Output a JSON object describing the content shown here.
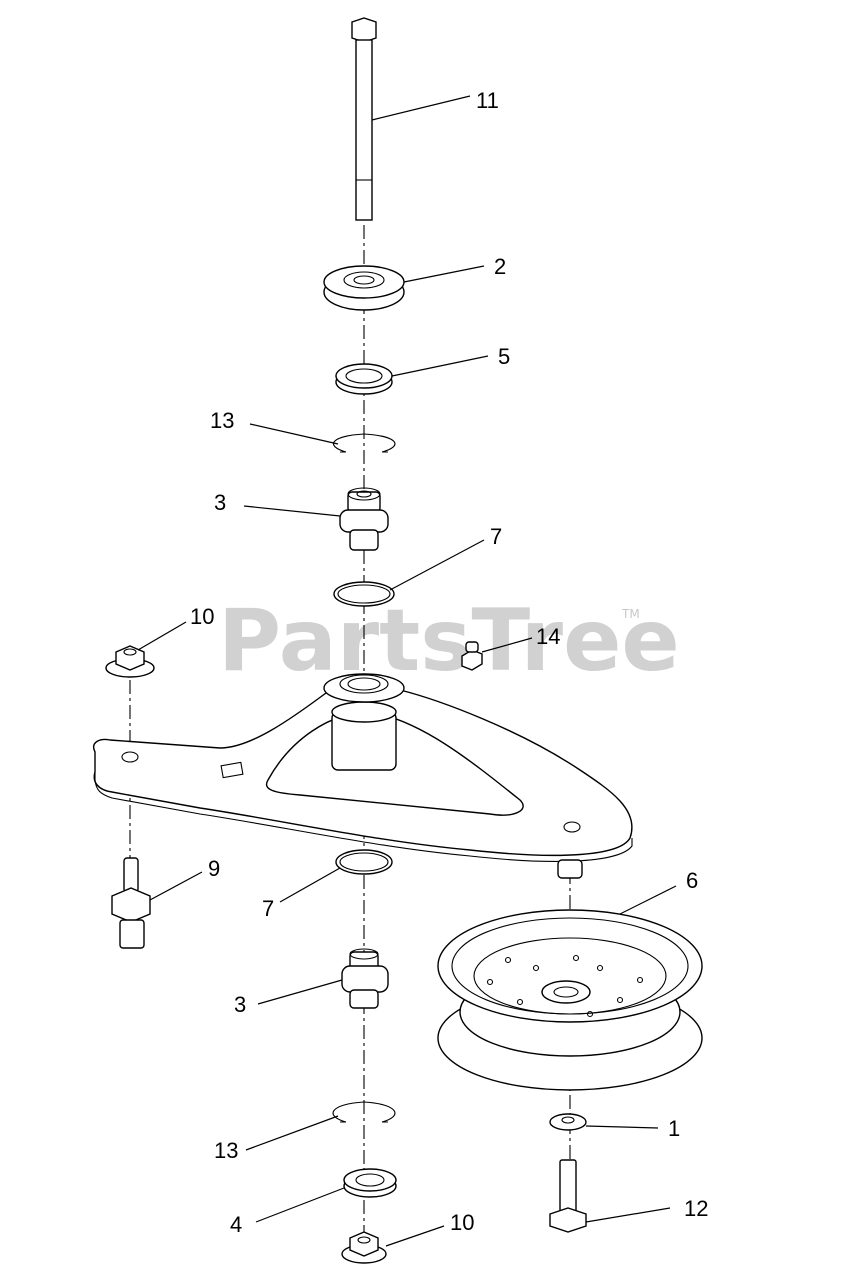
{
  "watermark": {
    "brand": "PartsTree",
    "trademark": "TM"
  },
  "callouts": [
    {
      "id": "c11",
      "label": "11"
    },
    {
      "id": "c2",
      "label": "2"
    },
    {
      "id": "c5",
      "label": "5"
    },
    {
      "id": "c13a",
      "label": "13"
    },
    {
      "id": "c3a",
      "label": "3"
    },
    {
      "id": "c7a",
      "label": "7"
    },
    {
      "id": "c10a",
      "label": "10"
    },
    {
      "id": "c14",
      "label": "14"
    },
    {
      "id": "c9",
      "label": "9"
    },
    {
      "id": "c7b",
      "label": "7"
    },
    {
      "id": "c6",
      "label": "6"
    },
    {
      "id": "c3b",
      "label": "3"
    },
    {
      "id": "c1",
      "label": "1"
    },
    {
      "id": "c13b",
      "label": "13"
    },
    {
      "id": "c12",
      "label": "12"
    },
    {
      "id": "c4",
      "label": "4"
    },
    {
      "id": "c10b",
      "label": "10"
    }
  ]
}
